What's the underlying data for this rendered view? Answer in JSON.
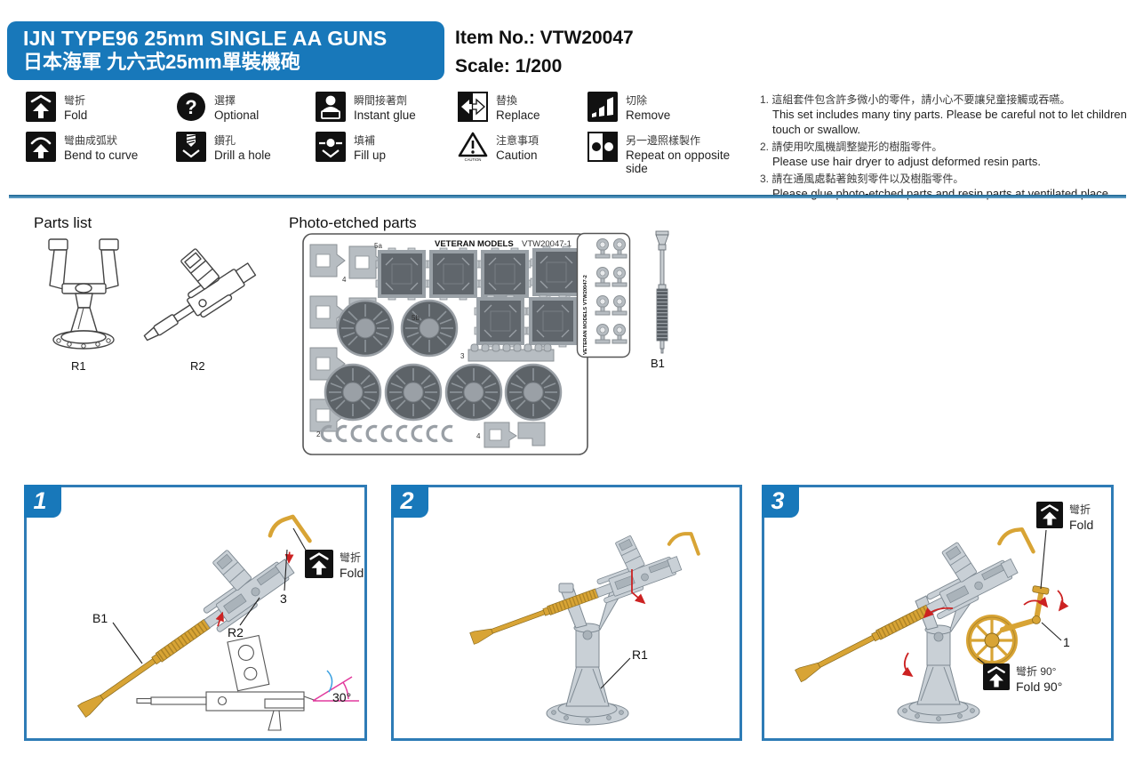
{
  "header": {
    "title_en": "IJN TYPE96 25mm SINGLE AA GUNS",
    "title_zh": "日本海軍 九六式25mm單裝機砲",
    "item_no": "Item No.: VTW20047",
    "scale": "Scale: 1/200"
  },
  "legend": {
    "caution_text": "CAUTION",
    "items": [
      {
        "icon": "fold-icon",
        "zh": "彎折",
        "en": "Fold"
      },
      {
        "icon": "optional-icon",
        "zh": "選擇",
        "en": "Optional"
      },
      {
        "icon": "instant-glue-icon",
        "zh": "瞬間接著劑",
        "en": "Instant glue"
      },
      {
        "icon": "replace-icon",
        "zh": "替換",
        "en": "Replace"
      },
      {
        "icon": "remove-icon",
        "zh": "切除",
        "en": "Remove"
      },
      {
        "icon": "bend-to-curve-icon",
        "zh": "彎曲成弧狀",
        "en": "Bend to curve"
      },
      {
        "icon": "drill-icon",
        "zh": "鑽孔",
        "en": "Drill a hole"
      },
      {
        "icon": "fill-up-icon",
        "zh": "填補",
        "en": "Fill up"
      },
      {
        "icon": "caution-icon",
        "zh": "注意事項",
        "en": "Caution"
      },
      {
        "icon": "repeat-icon",
        "zh": "另一邊照樣製作",
        "en": "Repeat on opposite side"
      }
    ]
  },
  "notes": [
    {
      "zh": "1. 這組套件包含許多微小的零件，請小心不要讓兒童接觸或吞嚥。",
      "en": "This set includes many tiny parts. Please be careful not to let children touch or swallow."
    },
    {
      "zh": "2. 請使用吹風機調整變形的樹脂零件。",
      "en": "Please use hair dryer to adjust deformed resin parts."
    },
    {
      "zh": "3. 請在通風處黏著蝕刻零件以及樹脂零件。",
      "en": "Please glue photo-etched parts and resin parts at ventilated place."
    }
  ],
  "parts": {
    "parts_list_title": "Parts list",
    "pe_title": "Photo-etched parts",
    "r1": "R1",
    "r2": "R2",
    "b1": "B1",
    "fret1_brand": "VETERAN MODELS",
    "fret1_code": "VTW20047-1",
    "fret2_label": "VETERAN MODELS VTW20047-2",
    "num_4a": "4",
    "num_5a": "5a",
    "num_5b": "5b",
    "num_3": "3",
    "num_2": "2",
    "num_4b": "4"
  },
  "steps": [
    {
      "number": "1",
      "b1": "B1",
      "r2": "R2",
      "part3": "3",
      "fold_zh": "彎折",
      "fold_en": "Fold",
      "angle": "30°"
    },
    {
      "number": "2",
      "r1": "R1"
    },
    {
      "number": "3",
      "part1": "1",
      "fold_zh": "彎折",
      "fold_en": "Fold",
      "fold90_zh": "彎折 90°",
      "fold90_en": "Fold 90°"
    }
  ],
  "colors": {
    "banner_blue": "#1878ba",
    "box_border": "#2e7cb6",
    "brass": "#d8a435",
    "steel": "#c9d0d6",
    "arrow_red": "#cc2222",
    "angle_magenta": "#e23a9d",
    "pe_dark": "#5d6368",
    "pe_light": "#b4babf"
  }
}
